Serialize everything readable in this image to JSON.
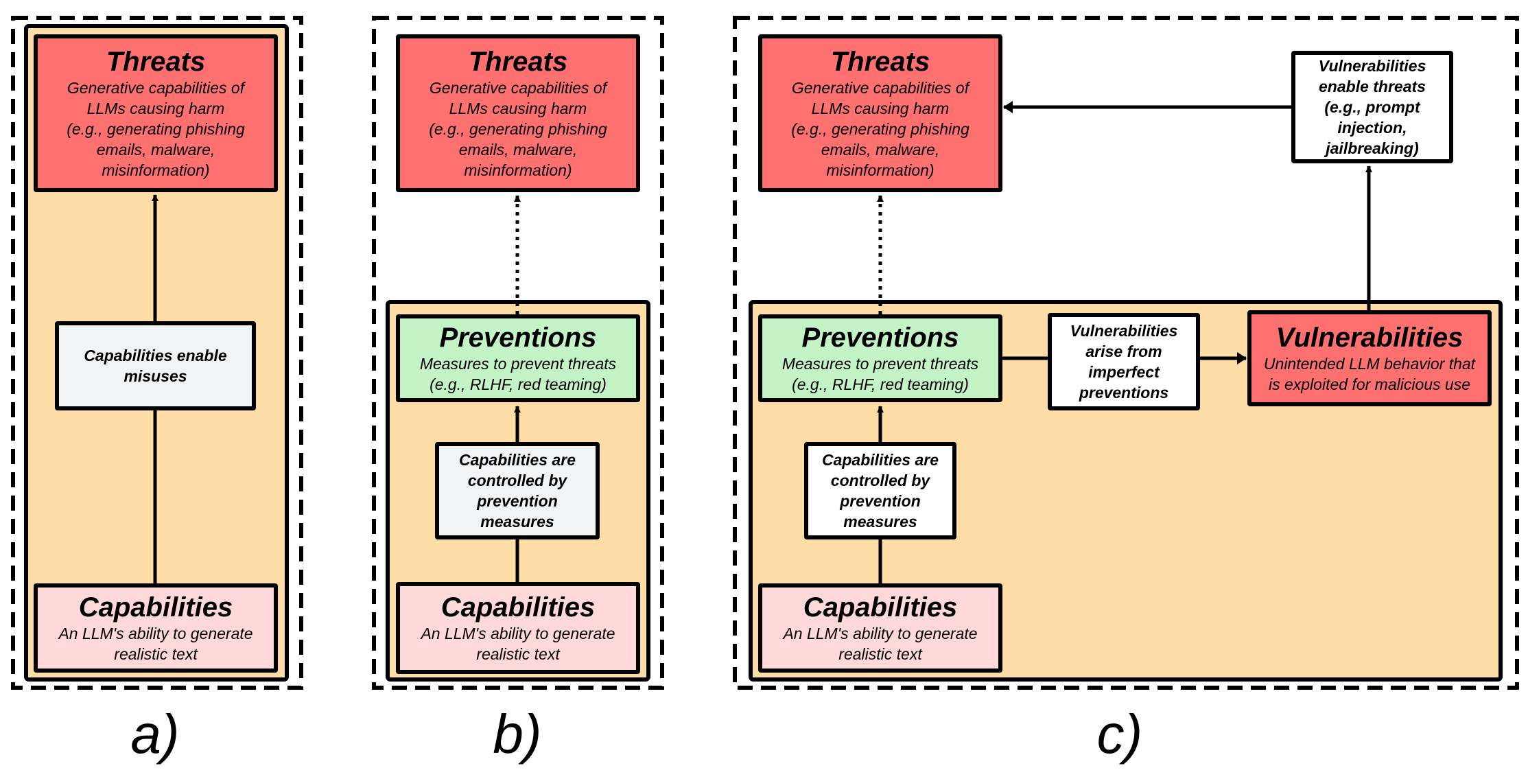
{
  "colors": {
    "threat_red": "#ff7171",
    "prevention_green": "#c4f3c8",
    "capability_pink": "#ffd9d9",
    "region_orange": "#fddca5",
    "label_gray": "#f2f3f5"
  },
  "panel_a": {
    "threats_title": "Threats",
    "threats_desc_1": "Generative capabilities of",
    "threats_desc_2": "LLMs causing harm",
    "threats_desc_3": "(e.g., generating phishing",
    "threats_desc_4": "emails, malware,",
    "threats_desc_5": "misinformation)",
    "link_1": "Capabilities enable",
    "link_2": "misuses",
    "capabilities_title": "Capabilities",
    "capabilities_desc_1": "An LLM's ability to generate",
    "capabilities_desc_2": "realistic text",
    "caption": "a)"
  },
  "panel_b": {
    "threats_title": "Threats",
    "threats_desc_1": "Generative capabilities of",
    "threats_desc_2": "LLMs causing harm",
    "threats_desc_3": "(e.g., generating phishing",
    "threats_desc_4": "emails, malware,",
    "threats_desc_5": "misinformation)",
    "preventions_title": "Preventions",
    "preventions_desc_1": "Measures to prevent threats",
    "preventions_desc_2": "(e.g., RLHF, red teaming)",
    "link_1": "Capabilities are",
    "link_2": "controlled by",
    "link_3": "prevention",
    "link_4": "measures",
    "capabilities_title": "Capabilities",
    "capabilities_desc_1": "An LLM's ability to generate",
    "capabilities_desc_2": "realistic text",
    "caption": "b)"
  },
  "panel_c": {
    "threats_title": "Threats",
    "threats_desc_1": "Generative capabilities of",
    "threats_desc_2": "LLMs causing harm",
    "threats_desc_3": "(e.g., generating phishing",
    "threats_desc_4": "emails, malware,",
    "threats_desc_5": "misinformation)",
    "enable_1": "Vulnerabilities",
    "enable_2": "enable threats",
    "enable_3": "(e.g., prompt",
    "enable_4": "injection,",
    "enable_5": "jailbreaking)",
    "preventions_title": "Preventions",
    "preventions_desc_1": "Measures to prevent threats",
    "preventions_desc_2": "(e.g., RLHF, red teaming)",
    "arise_1": "Vulnerabilities",
    "arise_2": "arise from",
    "arise_3": "imperfect",
    "arise_4": "preventions",
    "vulnerabilities_title": "Vulnerabilities",
    "vulnerabilities_desc_1": "Unintended LLM behavior that",
    "vulnerabilities_desc_2": "is exploited for malicious use",
    "link_1": "Capabilities are",
    "link_2": "controlled by",
    "link_3": "prevention",
    "link_4": "measures",
    "capabilities_title": "Capabilities",
    "capabilities_desc_1": "An LLM's ability to generate",
    "capabilities_desc_2": "realistic text",
    "caption": "c)"
  }
}
